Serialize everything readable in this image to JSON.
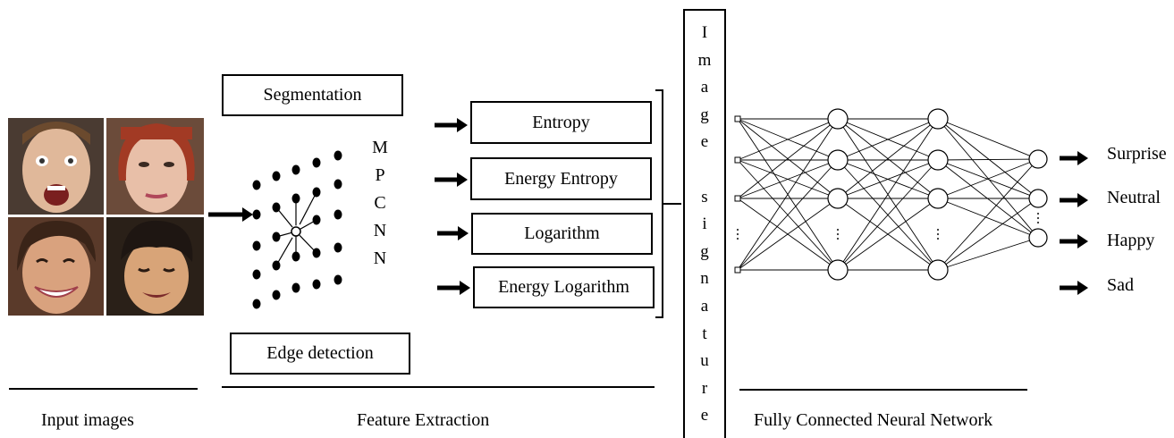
{
  "input_section": {
    "label": "Input images",
    "faces": [
      {
        "name": "face-surprised-man",
        "skin": "#e0b89a",
        "hair": "#6b4a2e",
        "bg": "#4a3b32"
      },
      {
        "name": "face-neutral-woman",
        "skin": "#e8bfa8",
        "hair": "#a23a24",
        "bg": "#6b4b3a"
      },
      {
        "name": "face-happy-woman",
        "skin": "#d9a27e",
        "hair": "#3a2418",
        "bg": "#5a3a2a"
      },
      {
        "name": "face-sad-boy",
        "skin": "#d8a478",
        "hair": "#1e1612",
        "bg": "#2a2018"
      }
    ]
  },
  "feature_section": {
    "label": "Feature Extraction",
    "segmentation": "Segmentation",
    "edge_detection": "Edge detection",
    "mpcnn_letters": [
      "M",
      "P",
      "C",
      "N",
      "N"
    ],
    "features": [
      "Entropy",
      "Energy Entropy",
      "Logarithm",
      "Energy Logarithm"
    ]
  },
  "signature": {
    "letters": [
      "I",
      "m",
      "a",
      "g",
      "e",
      "",
      "s",
      "i",
      "g",
      "n",
      "a",
      "t",
      "u",
      "r",
      "e"
    ]
  },
  "nn_section": {
    "label": "Fully Connected Neural Network",
    "outputs": [
      "Surprise",
      "Neutral",
      "Happy",
      "Sad"
    ]
  }
}
